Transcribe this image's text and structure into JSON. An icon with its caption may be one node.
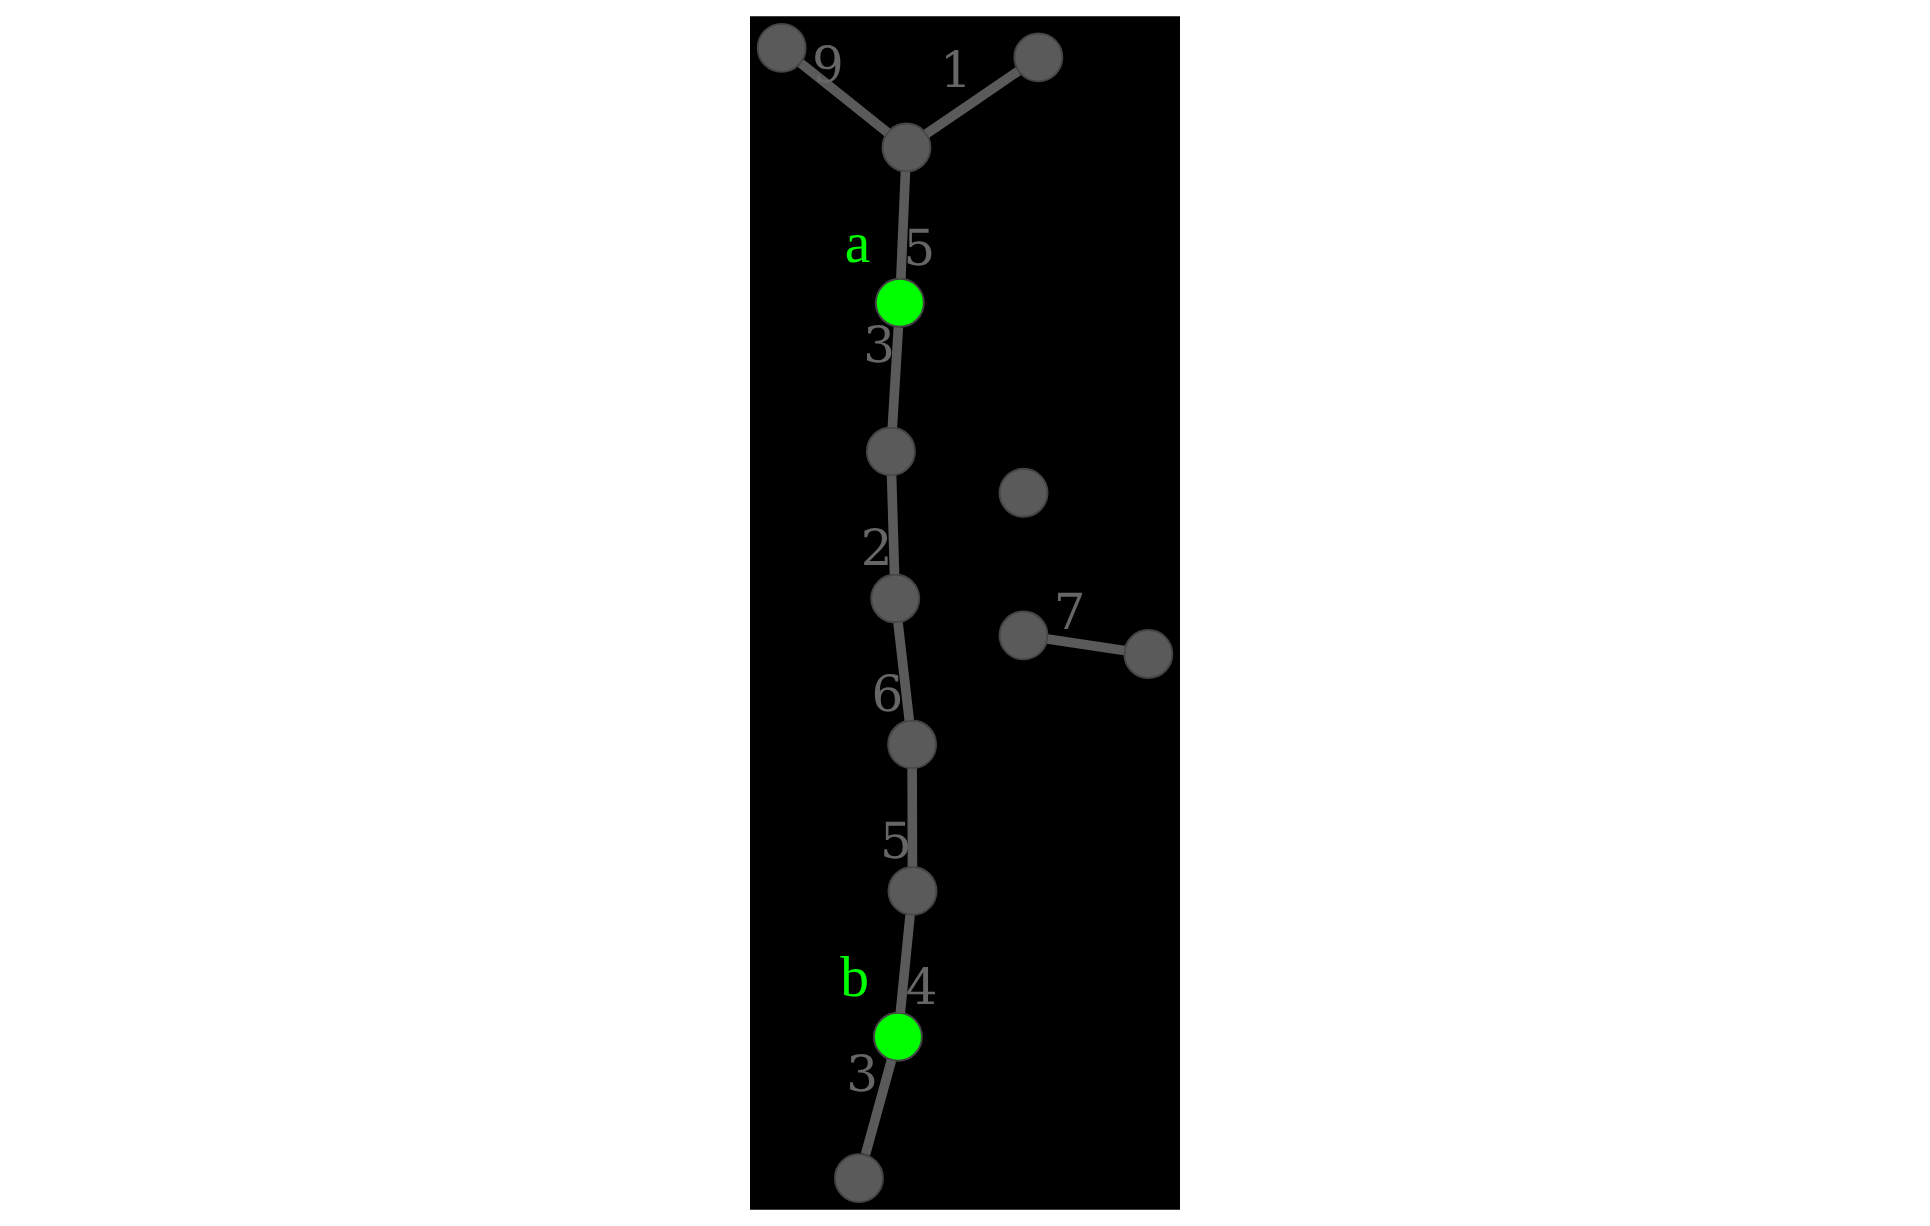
{
  "diagram": {
    "nodes": [
      {
        "text": [],
        "shape": "circle",
        "beside": [
          "a"
        ]
      },
      {
        "text": [],
        "shape": "circle"
      },
      {
        "text": [],
        "shape": "circle"
      },
      {
        "text": [],
        "shape": "circle"
      },
      {
        "text": [],
        "shape": "circle"
      },
      {
        "text": [],
        "shape": "circle"
      },
      {
        "text": [],
        "shape": "circle"
      },
      {
        "text": [],
        "shape": "circle"
      },
      {
        "text": [],
        "shape": "circle"
      },
      {
        "text": [],
        "shape": "circle"
      },
      {
        "text": [],
        "shape": "circle"
      },
      {
        "text": [],
        "shape": "circle"
      },
      {
        "text": [],
        "shape": "circle",
        "beside": [
          "b"
        ]
      }
    ],
    "edges": [
      {
        "from": 0,
        "to": 2,
        "arrow": "none",
        "label": "3"
      },
      {
        "from": 0,
        "to": 4,
        "arrow": "none",
        "label": "5"
      },
      {
        "from": 4,
        "to": 1,
        "arrow": "none",
        "label": "1"
      },
      {
        "from": 4,
        "to": 5,
        "arrow": "none",
        "label": "9"
      },
      {
        "from": 2,
        "to": 6,
        "arrow": "none",
        "label": "2"
      },
      {
        "from": 6,
        "to": 10,
        "arrow": "none",
        "label": "6"
      },
      {
        "from": 10,
        "to": 11,
        "arrow": "none",
        "label": "5"
      },
      {
        "from": 11,
        "to": 12,
        "arrow": "none",
        "label": "4"
      },
      {
        "from": 12,
        "to": 7,
        "arrow": "none",
        "label": "3"
      },
      {
        "from": 3,
        "to": 8,
        "arrow": "none",
        "label": "7"
      }
    ]
  }
}
